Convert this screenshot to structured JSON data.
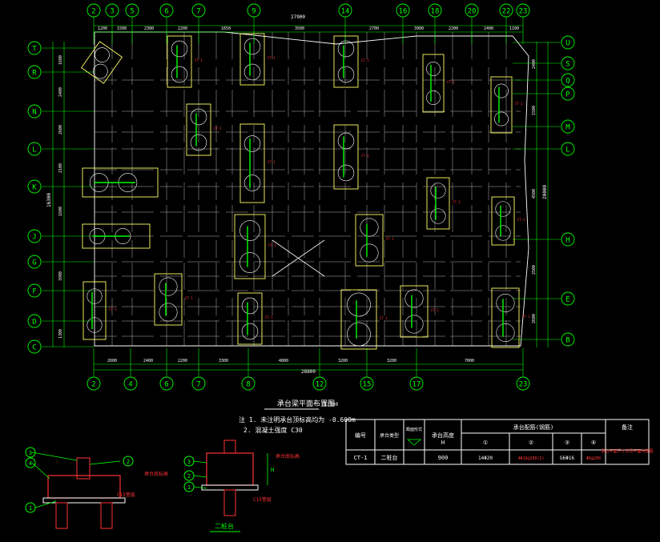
{
  "colors": {
    "background": "#000000",
    "grid": "#00ff00",
    "cap": "#ffff66",
    "rebar": "#ff3333",
    "wall": "#ffffff",
    "beam": "#b4b4b4",
    "bubble": "#00ff00",
    "text": "#ffffff",
    "table": "#ffffff"
  },
  "grid_labels": {
    "top": [
      "2",
      "3",
      "5",
      "6",
      "7",
      "9",
      "14",
      "16",
      "18",
      "20",
      "22",
      "23"
    ],
    "bottom": [
      "2",
      "4",
      "6",
      "7",
      "8",
      "12",
      "15",
      "17",
      "23"
    ],
    "left": [
      "T",
      "R",
      "N",
      "L",
      "K",
      "J",
      "G",
      "F",
      "D",
      "C"
    ],
    "right": [
      "U",
      "S",
      "Q",
      "P",
      "M",
      "L",
      "H",
      "E",
      "B"
    ]
  },
  "dimensions": {
    "top_total": "27900",
    "top": [
      "1200",
      "1500",
      "2300",
      "2200",
      "1650",
      "3500",
      "2700",
      "3900",
      "2200",
      "2400",
      "1100"
    ],
    "bottom_total": "28800",
    "bottom": [
      "2600",
      "2400",
      "2200",
      "3300",
      "4800",
      "3200",
      "3200",
      "7000"
    ],
    "left": [
      "1600",
      "2400",
      "2600",
      "2100",
      "1600",
      "3900",
      "1300"
    ],
    "left_total": "16300",
    "right": [
      "2400",
      "1500",
      "4500",
      "2500",
      "2600"
    ],
    "right_total": "20000"
  },
  "cap_labels": [
    "CT-1",
    "CT-1",
    "CT-1",
    "CT-1",
    "CT-1",
    "CT-1",
    "CT-1",
    "CT-1",
    "CT-1",
    "CT-1",
    "CT-1",
    "CT-1",
    "CT-1",
    "CT-1",
    "CT-1",
    "CT-1",
    "CT-1",
    "CT-1",
    "CT-1"
  ],
  "plan_title": "承台梁平面布置图",
  "plan_scale": "1:100",
  "notes": {
    "line1": "注 1. 未注明承台顶标高均为 -0.600m",
    "line2": "2. 混凝土强度 C30"
  },
  "detail_a": {
    "markers": [
      "3",
      "4",
      "2",
      "1"
    ],
    "tags": [
      "承台底标高",
      "C15垫层"
    ]
  },
  "detail_b": {
    "markers": [
      "3",
      "2",
      "1"
    ],
    "tags": [
      "承台底标高",
      "C15垫层"
    ],
    "dim": "H",
    "title": "二桩台"
  },
  "table": {
    "headers": {
      "id": "编号",
      "type": "承台类型",
      "section": "截面形式",
      "height": "承台高度",
      "rebar": "承台配筋(钢筋)",
      "remark": "备注"
    },
    "sub_headers": [
      "H",
      "①",
      "②",
      "③",
      "④"
    ],
    "rows": [
      {
        "id": "CT-1",
        "type": "二桩台",
        "height": "900",
        "r1": "14Φ20",
        "r2": "4Φ16@100(2)",
        "r3": "G6Φ16",
        "r4": "Φ6@200",
        "remark": "承台平面尺寸详见平面布置图"
      }
    ]
  }
}
